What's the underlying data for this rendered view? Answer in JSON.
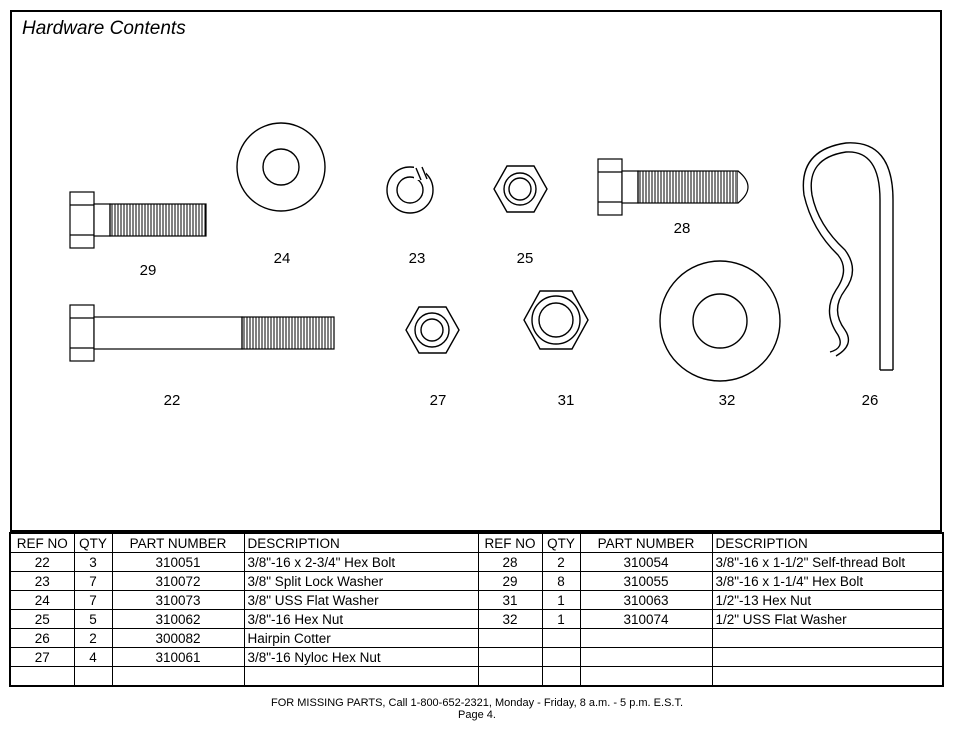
{
  "title": "Hardware Contents",
  "labels": {
    "p29": "29",
    "p24": "24",
    "p23": "23",
    "p25": "25",
    "p28": "28",
    "p22": "22",
    "p27": "27",
    "p31": "31",
    "p32": "32",
    "p26": "26"
  },
  "table": {
    "headers": [
      "REF NO",
      "QTY",
      "PART NUMBER",
      "DESCRIPTION",
      "REF NO",
      "QTY",
      "PART NUMBER",
      "DESCRIPTION"
    ],
    "rows": [
      [
        "22",
        "3",
        "310051",
        "3/8\"-16 x 2-3/4\" Hex Bolt",
        "28",
        "2",
        "310054",
        "3/8\"-16 x 1-1/2\" Self-thread Bolt"
      ],
      [
        "23",
        "7",
        "310072",
        "3/8\" Split Lock Washer",
        "29",
        "8",
        "310055",
        "3/8\"-16 x 1-1/4\" Hex Bolt"
      ],
      [
        "24",
        "7",
        "310073",
        "3/8\" USS Flat Washer",
        "31",
        "1",
        "310063",
        "1/2\"-13 Hex Nut"
      ],
      [
        "25",
        "5",
        "310062",
        "3/8\"-16 Hex Nut",
        "32",
        "1",
        "310074",
        "1/2\" USS Flat Washer"
      ],
      [
        "26",
        "2",
        "300082",
        "Hairpin Cotter",
        "",
        "",
        "",
        ""
      ],
      [
        "27",
        "4",
        "310061",
        "3/8\"-16 Nyloc Hex Nut",
        "",
        "",
        "",
        ""
      ],
      [
        "",
        "",
        "",
        "",
        "",
        "",
        "",
        ""
      ]
    ]
  },
  "footer": {
    "line1": "FOR MISSING PARTS, Call 1-800-652-2321, Monday - Friday, 8 a.m. - 5 p.m. E.S.T.",
    "line2": "Page 4."
  }
}
